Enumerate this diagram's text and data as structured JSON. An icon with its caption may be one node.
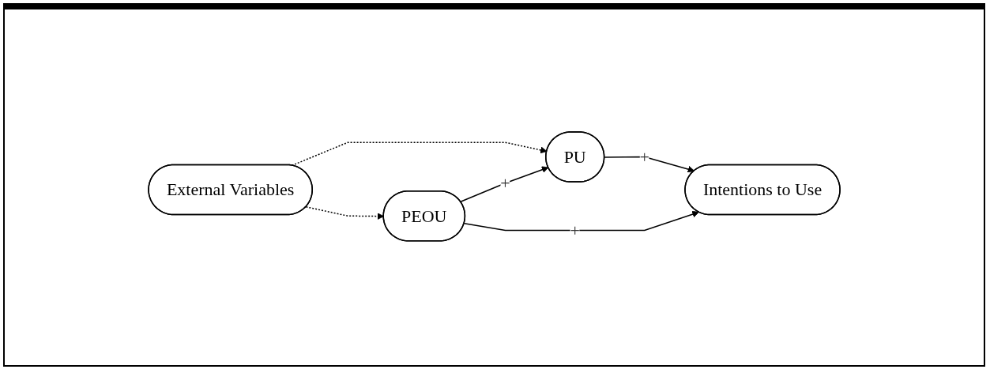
{
  "diagram": {
    "nodes": [
      {
        "text": [
          "External Variables"
        ]
      },
      {
        "text": [
          "PU"
        ]
      },
      {
        "text": [
          "PEOU"
        ]
      },
      {
        "text": [
          "Intentions to Use"
        ]
      }
    ],
    "edges": [
      {
        "from": 0,
        "to": 1,
        "arrow": "to",
        "style": "dashed"
      },
      {
        "from": 0,
        "to": 2,
        "arrow": "to",
        "style": "dashed"
      },
      {
        "from": 2,
        "to": 1,
        "arrow": "to",
        "label": "+"
      },
      {
        "from": 1,
        "to": 3,
        "arrow": "to",
        "label": "+"
      },
      {
        "from": 2,
        "to": 3,
        "arrow": "to",
        "label": "+"
      }
    ]
  }
}
